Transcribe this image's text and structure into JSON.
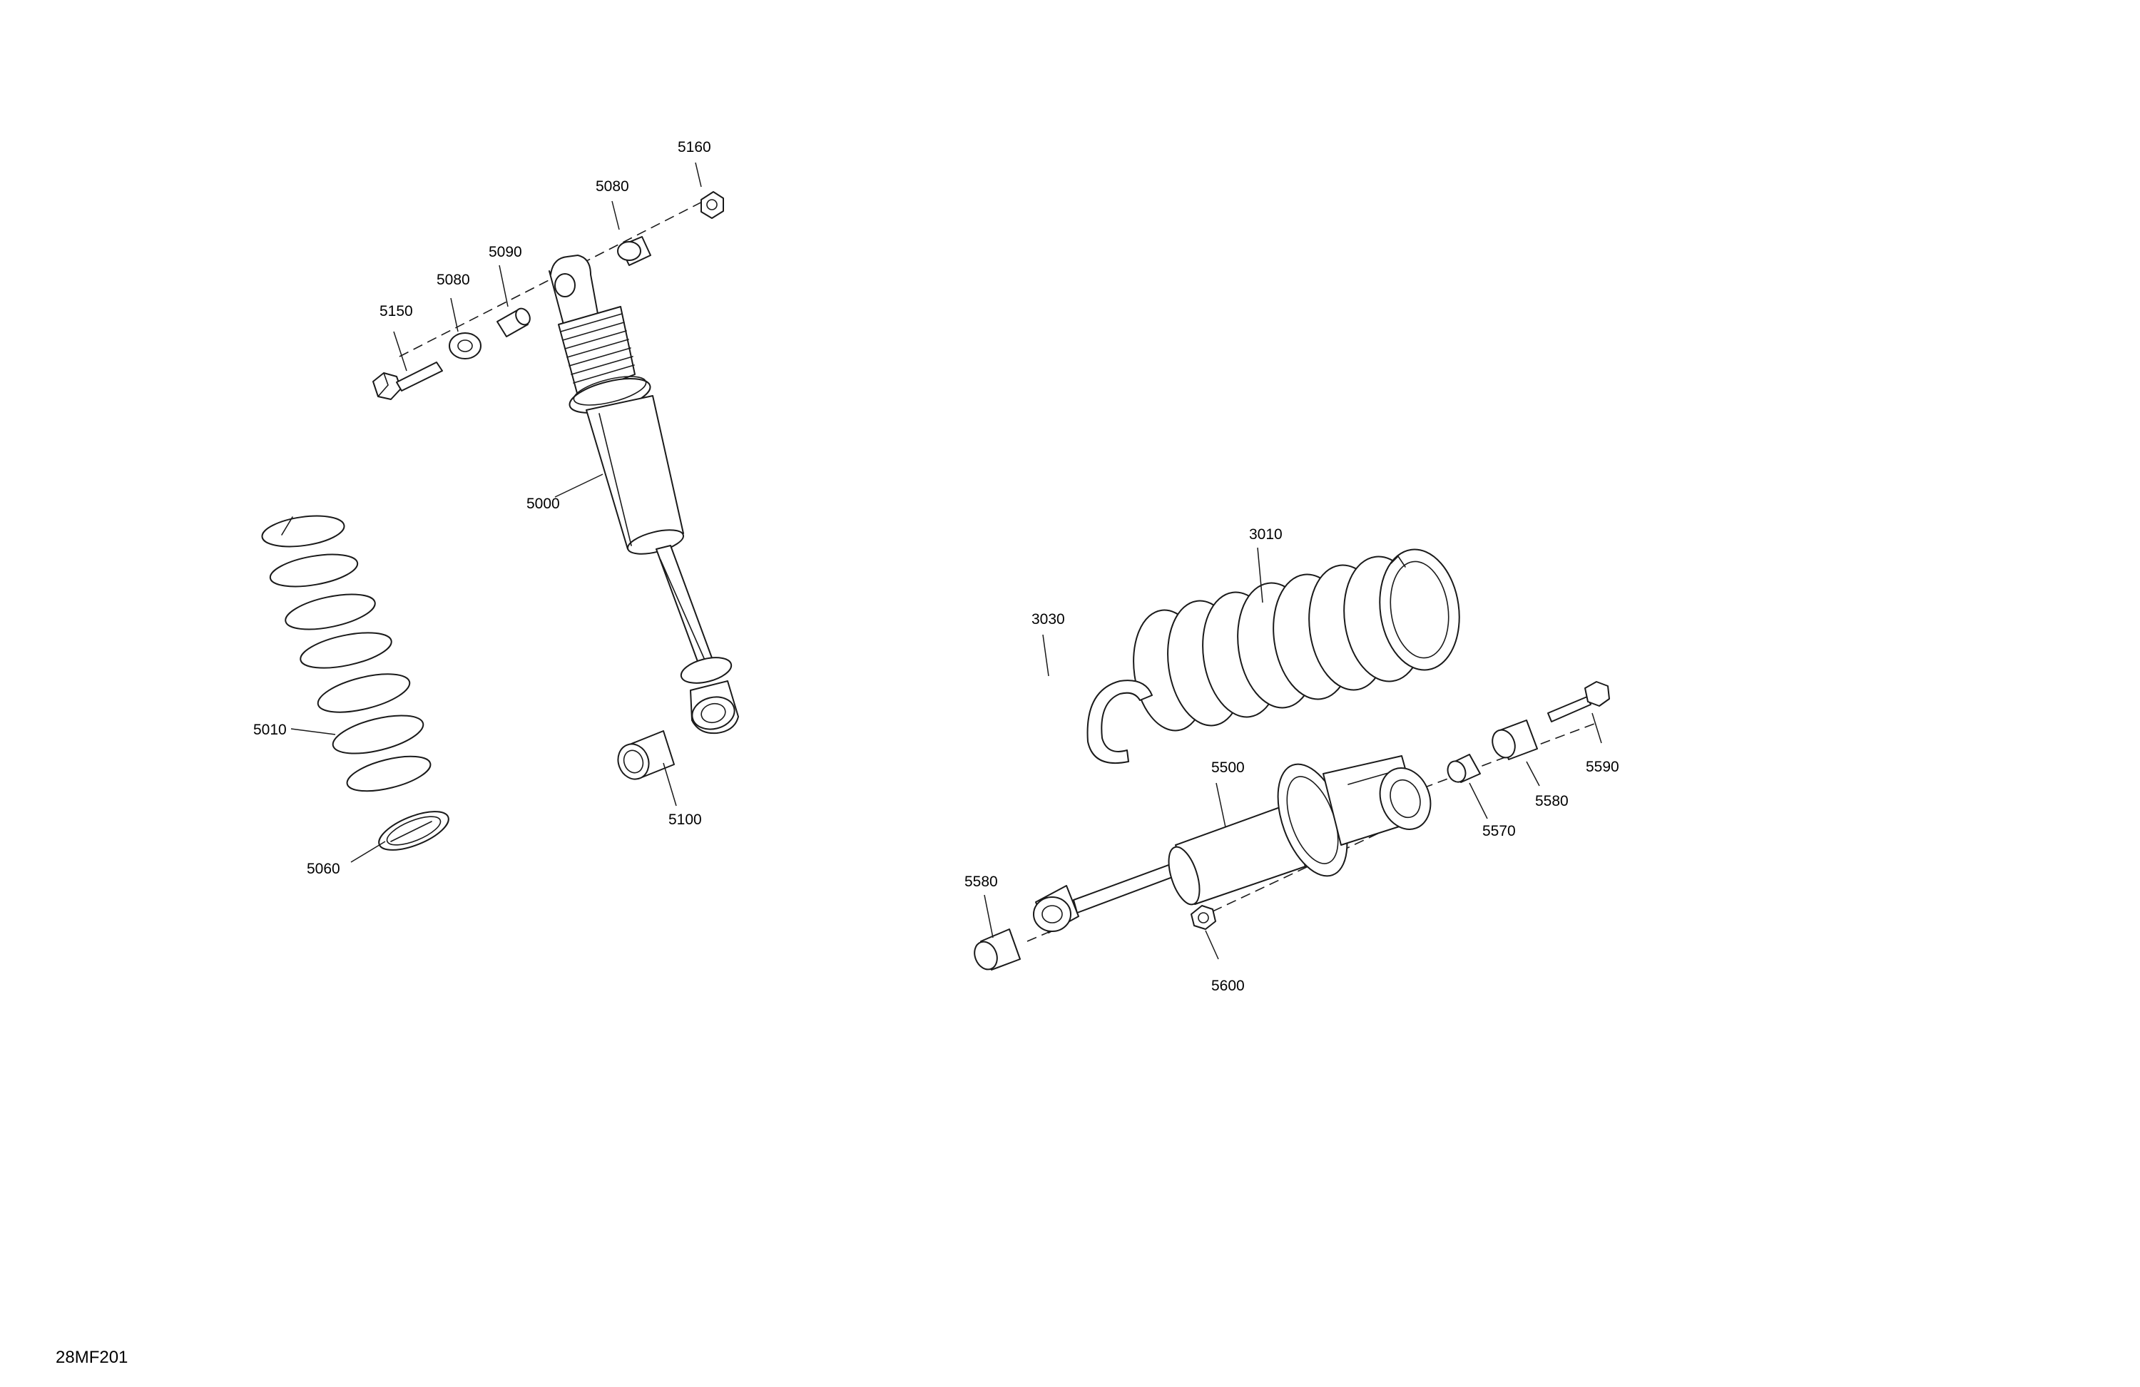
{
  "diagram": {
    "figure_id": "28MF201",
    "callouts": {
      "c5160": "5160",
      "c5080_top": "5080",
      "c5090": "5090",
      "c5080_left": "5080",
      "c5150": "5150",
      "c5000": "5000",
      "c5010": "5010",
      "c5060": "5060",
      "c5100": "5100",
      "c3010": "3010",
      "c3030": "3030",
      "c5500": "5500",
      "c5590": "5590",
      "c5580_right": "5580",
      "c5570": "5570",
      "c5580_left": "5580",
      "c5600": "5600"
    }
  }
}
